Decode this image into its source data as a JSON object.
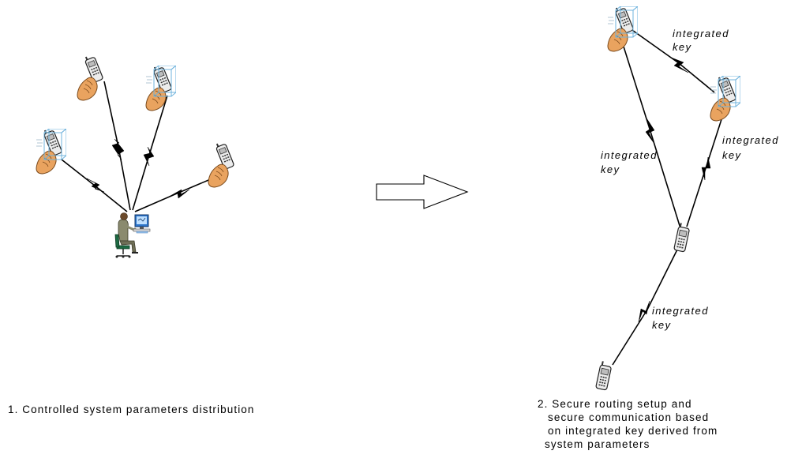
{
  "left_panel": {
    "caption": "1. Controlled system parameters distribution"
  },
  "right_panel": {
    "caption_lines": [
      "2. Secure routing setup and",
      "secure communication based",
      "on integrated key derived from",
      "system parameters"
    ],
    "link_labels": [
      [
        "integrated",
        "key"
      ],
      [
        "integrated",
        "key"
      ],
      [
        "integrated",
        "key"
      ],
      [
        "integrated",
        "key"
      ]
    ]
  },
  "icons": {
    "server": "operator-at-computer-icon",
    "handset": "mobile-phone-icon",
    "secure_handset": "protected-phone-icon",
    "transition": "right-arrow-icon"
  }
}
